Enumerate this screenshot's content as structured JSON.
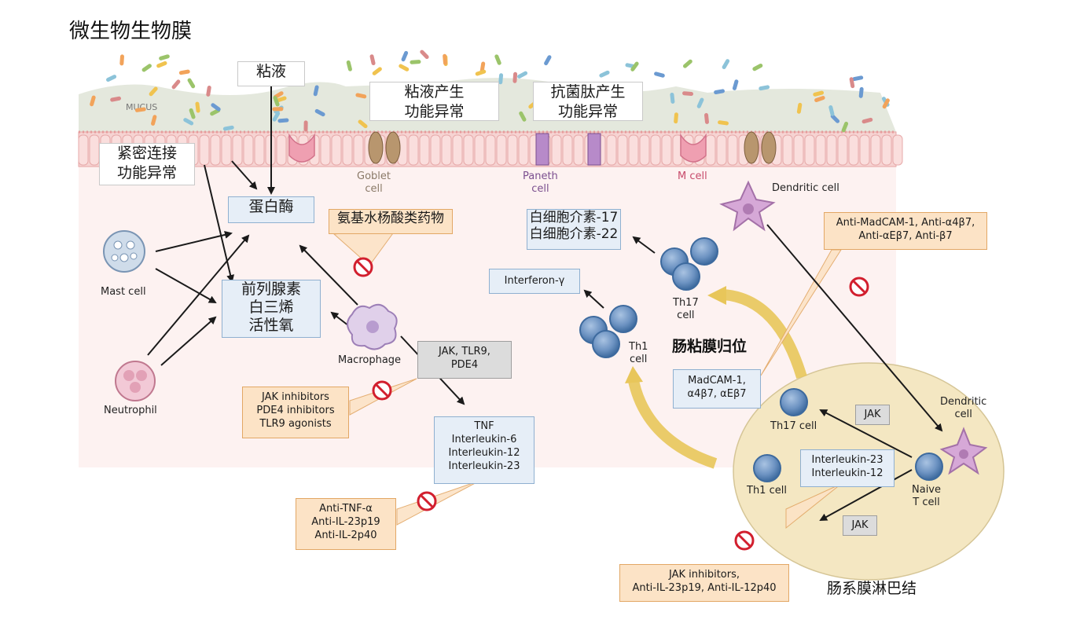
{
  "title": "微生物生物膜",
  "lymph_node_label": "肠系膜淋巴结",
  "homing_label": "肠粘膜归位",
  "mucus_band": "MUCUS",
  "cn_boxes": {
    "mucus": "粘液",
    "mucus_dysfunction": [
      "粘液产生",
      "功能异常"
    ],
    "amp_dysfunction": [
      "抗菌肽产生",
      "功能异常"
    ],
    "tight_junction": [
      "紧密连接",
      "功能异常"
    ],
    "protease": "蛋白酶",
    "mediators": [
      "前列腺素",
      "白三烯",
      "活性氧"
    ],
    "aminosalicylates": "氨基水杨酸类药物",
    "interleukins": [
      "白细胞介素-17",
      "白细胞介素-22"
    ]
  },
  "cells": {
    "goblet": [
      "Goblet",
      "cell"
    ],
    "paneth": [
      "Paneth",
      "cell"
    ],
    "m_cell": "M cell",
    "dendritic_top": "Dendritic cell",
    "mast": "Mast cell",
    "neutrophil": "Neutrophil",
    "macrophage": "Macrophage",
    "th17_top": [
      "Th17",
      "cell"
    ],
    "th1_top": [
      "Th1",
      "cell"
    ],
    "th17_node": "Th17 cell",
    "th1_node": "Th1 cell",
    "naive": [
      "Naive",
      "T cell"
    ],
    "dendritic_node": [
      "Dendritic",
      "cell"
    ]
  },
  "boxes": {
    "interferon": "Interferon-γ",
    "jak_tlr9": [
      "JAK, TLR9,",
      "PDE4"
    ],
    "tnf_list": [
      "TNF",
      "Interleukin-6",
      "Interleukin-12",
      "Interleukin-23"
    ],
    "madcam": [
      "MadCAM-1,",
      "α4β7, αEβ7"
    ],
    "il_node": [
      "Interleukin-23",
      "Interleukin-12"
    ],
    "jak_upper": "JAK",
    "jak_lower": "JAK"
  },
  "drugs": {
    "jak_inhibitors": [
      "JAK inhibitors",
      "PDE4 inhibitors",
      "TLR9 agonists"
    ],
    "anti_tnf": [
      "Anti-TNF-α",
      "Anti-IL-23p19",
      "Anti-IL-2p40"
    ],
    "anti_madcam": [
      "Anti-MadCAM-1, Anti-α4β7,",
      "Anti-αEβ7, Anti-β7"
    ],
    "jak_node": [
      "JAK inhibitors,",
      "Anti-IL-23p19, Anti-IL-12p40"
    ]
  },
  "colors": {
    "mucus": "#e4e8dd",
    "epithelium": "#f6d3d2",
    "lamina": "#fbe8e6",
    "lymph_node": "#f4e7c2",
    "t_cell": "#3d6a9e",
    "homing_arrow": "#e8c65a",
    "inhibit_red": "#d21f2e",
    "drug_orange": "#fce3c6"
  }
}
